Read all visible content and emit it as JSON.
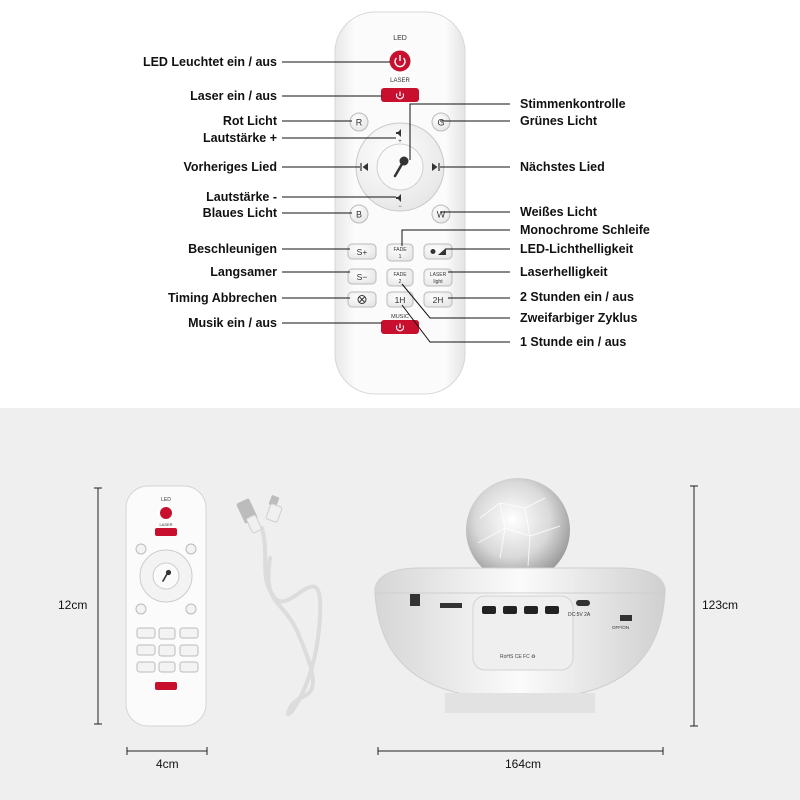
{
  "remote": {
    "led_label": "LED",
    "laser_label": "LASER",
    "music_label": "MUSIC",
    "buttons": {
      "r": "R",
      "g": "G",
      "b": "B",
      "w": "W",
      "s_plus": "S+",
      "s_minus": "S−",
      "fade1": "FADE\n1",
      "fade2": "FADE\n2",
      "laser_light": "LASER\nlight",
      "one_h": "1H",
      "two_h": "2H"
    }
  },
  "callouts_left": [
    "LED Leuchtet ein / aus",
    "Laser ein / aus",
    "Rot Licht",
    "Lautstärke +",
    "Vorheriges Lied",
    "Lautstärke -",
    "Blaues Licht",
    "Beschleunigen",
    "Langsamer",
    "Timing Abbrechen",
    "Musik ein / aus"
  ],
  "callouts_right": [
    "Stimmenkontrolle",
    "Grünes Licht",
    "Nächstes Lied",
    "Weißes Licht",
    "Monochrome Schleife",
    "LED-Lichthelligkeit",
    "Laserhelligkeit",
    "2 Stunden ein / aus",
    "Zweifarbiger Zyklus",
    "1 Stunde ein / aus"
  ],
  "dimensions": {
    "remote_height": "12cm",
    "remote_width": "4cm",
    "device_width": "164cm",
    "device_height": "123cm"
  },
  "device_labels": {
    "dc": "DC:5V 2A",
    "off_on": "OFF/ON",
    "rohs": "RoHS  CE FC ♻"
  },
  "colors": {
    "power_red": "#c8102e",
    "remote_body": "#f7f7f7",
    "panel_bg": "#efefef"
  }
}
